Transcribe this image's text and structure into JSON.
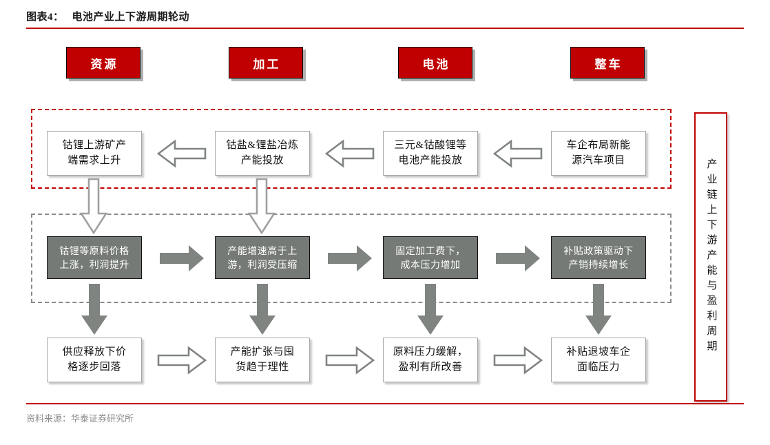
{
  "header": {
    "figure_label": "图表4：",
    "title": "电池产业上下游周期轮动"
  },
  "footer": {
    "source": "资料来源：华泰证券研究所"
  },
  "accent_colors": {
    "red": "#c00000",
    "gray_box": "#757a76",
    "gray_arrow": "#7f8480",
    "gray_dashed": "#8a8a8a",
    "box_border": "#a6a6a6"
  },
  "stages": [
    {
      "label": "资源",
      "name": "stage-resource"
    },
    {
      "label": "加工",
      "name": "stage-processing"
    },
    {
      "label": "电池",
      "name": "stage-battery"
    },
    {
      "label": "整车",
      "name": "stage-vehicle"
    }
  ],
  "rows": {
    "row1": {
      "frame": "red-dashed-frame",
      "arrow_direction": "left",
      "arrow_style": "hollow",
      "nodes": [
        "钴锂上游矿产\n端需求上升",
        "钴盐&锂盐冶炼\n产能投放",
        "三元&钴酸锂等\n电池产能投放",
        "车企布局新能\n源汽车项目"
      ]
    },
    "row2": {
      "frame": "gray-dashed-frame",
      "arrow_direction": "right",
      "arrow_style": "solid",
      "nodes": [
        "钴锂等原料价格\n上涨，利润提升",
        "产能增速高于上\n游，利润受压缩",
        "固定加工费下，\n成本压力增加",
        "补贴政策驱动下\n产销持续增长"
      ]
    },
    "row3": {
      "arrow_direction": "right",
      "arrow_style": "hollow",
      "nodes": [
        "供应释放下价\n格逐步回落",
        "产能扩张与囤\n货趋于理性",
        "原料压力缓解，\n盈利有所改善",
        "补贴退坡车企\n面临压力"
      ]
    }
  },
  "connectors": {
    "row1_to_row2": {
      "direction": "down",
      "style": "hollow",
      "count": 2
    },
    "row2_to_row3": {
      "direction": "down",
      "style": "solid",
      "count": 4
    }
  },
  "side_label": {
    "text": "产业链上下游产能与盈利周期"
  }
}
